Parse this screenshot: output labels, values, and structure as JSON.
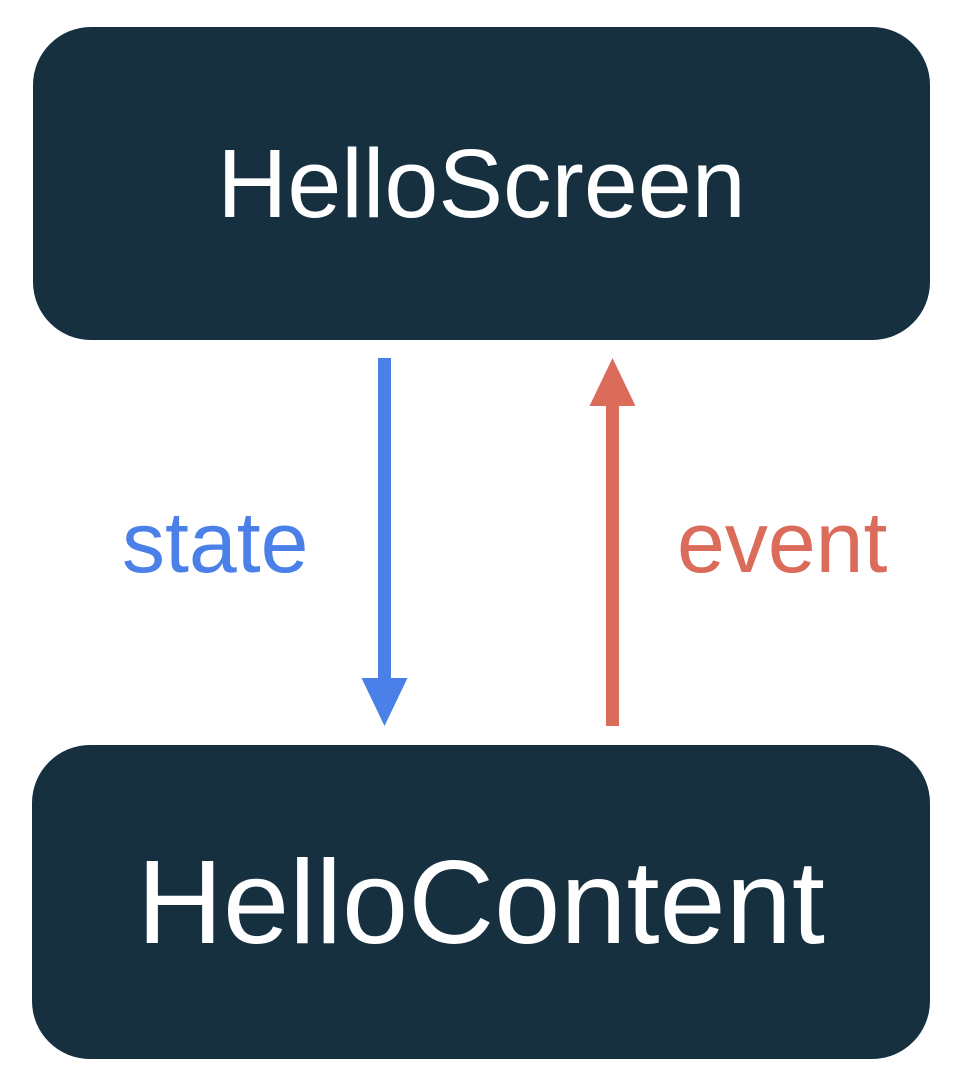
{
  "nodes": {
    "screen": {
      "label": "HelloScreen"
    },
    "content": {
      "label": "HelloContent"
    }
  },
  "flows": {
    "state": {
      "label": "state",
      "direction": "down"
    },
    "event": {
      "label": "event",
      "direction": "up"
    }
  },
  "colors": {
    "background": "#FFFFFF",
    "node-bg": "#163040",
    "node-text": "#FFFFFF",
    "state-arrow": "#4B80E8",
    "event-arrow": "#DB6C5C"
  }
}
